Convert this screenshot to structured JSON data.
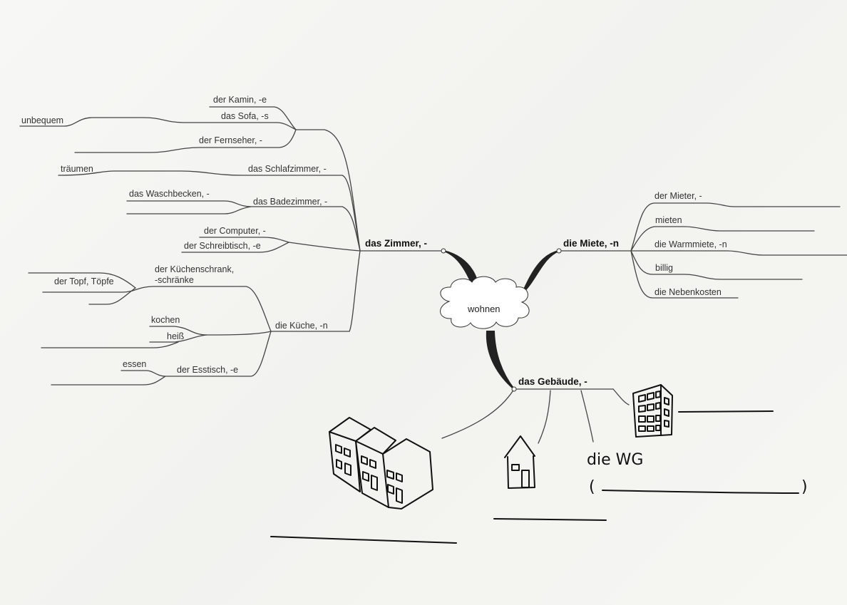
{
  "center": {
    "label": "wohnen"
  },
  "zimmer": {
    "label": "das Zimmer, -",
    "kamin": "der Kamin, -e",
    "sofa": "das Sofa, -s",
    "unbequem": "unbequem",
    "fernseher": "der Fernseher, -",
    "schlafzimmer": "das Schlafzimmer, -",
    "traeumen": "träumen",
    "badezimmer": "das Badezimmer, -",
    "waschbecken": "das Waschbecken, -",
    "computer": "der Computer, -",
    "schreibtisch": "der Schreibtisch, -e"
  },
  "kueche": {
    "label": "die Küche, -n",
    "schrank_line1": "der Küchenschrank,",
    "schrank_line2": "-schränke",
    "topf": "der Topf, Töpfe",
    "kochen": "kochen",
    "heiss": "heiß",
    "esstisch": "der Esstisch, -e",
    "essen": "essen"
  },
  "miete": {
    "label": "die Miete, -n",
    "mieter": "der Mieter, -",
    "mieten": "mieten",
    "warmmiete": "die Warmmiete, -n",
    "billig": "billig",
    "nebenkosten": "die Nebenkosten"
  },
  "gebaeude": {
    "label": "das Gebäude, -",
    "wg": "die WG",
    "paren_open": "(",
    "paren_close": ")"
  }
}
